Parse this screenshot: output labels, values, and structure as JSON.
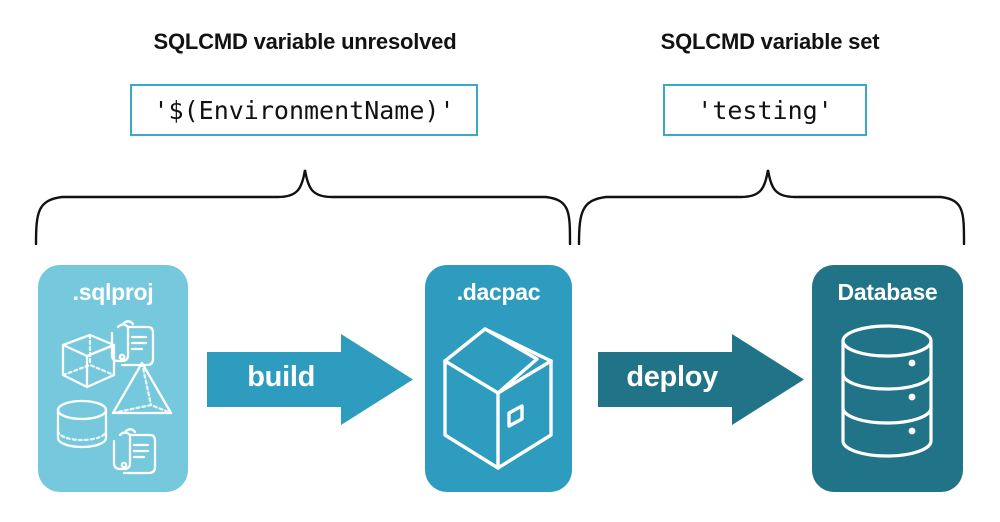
{
  "diagram": {
    "title_left": "SQLCMD variable unresolved",
    "title_right": "SQLCMD variable set",
    "code_left": "'$(EnvironmentName)'",
    "code_right": "'testing'",
    "colors": {
      "sqlproj": "#76C8DD",
      "dacpac": "#2D9CBE",
      "database": "#217387",
      "build_arrow": "#2D9CBE",
      "deploy_arrow": "#217387",
      "code_border": "#3BA8C8",
      "brace": "#111111",
      "text": "#121212",
      "box_label": "#ffffff"
    },
    "stages": [
      {
        "id": "sqlproj",
        "label": ".sqlproj",
        "icons": [
          "cube-icon",
          "scroll-icon",
          "pyramid-icon",
          "cylinder-icon",
          "scroll-icon"
        ]
      },
      {
        "id": "dacpac",
        "label": ".dacpac",
        "icons": [
          "package-box-icon"
        ]
      },
      {
        "id": "database",
        "label": "Database",
        "icons": [
          "database-cylinder-icon"
        ]
      }
    ],
    "arrows": [
      {
        "id": "build",
        "label": "build",
        "from": "sqlproj",
        "to": "dacpac"
      },
      {
        "id": "deploy",
        "label": "deploy",
        "from": "dacpac",
        "to": "database"
      }
    ],
    "braces": [
      {
        "id": "left-brace",
        "covers": [
          "sqlproj",
          "build",
          "dacpac"
        ],
        "label_ref": "title_left"
      },
      {
        "id": "right-brace",
        "covers": [
          "dacpac",
          "deploy",
          "database"
        ],
        "label_ref": "title_right"
      }
    ]
  }
}
